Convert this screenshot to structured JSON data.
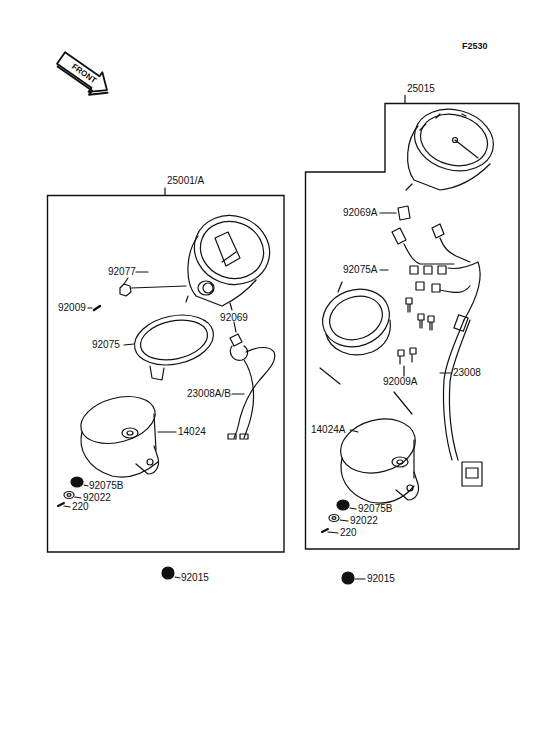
{
  "diagram": {
    "nodes": [
      {
        "text": [
          "25001/A"
        ]
      },
      {
        "text": [
          "25015"
        ]
      }
    ],
    "labels": [
      "F2530",
      "FRONT",
      "92077",
      "92009",
      "92075",
      "92069",
      "23008A/B",
      "14024",
      "92075B",
      "92022",
      "220",
      "92069A",
      "92075A",
      "92009A",
      "23008",
      "14024A",
      "92075B",
      "92022",
      "220",
      "92015",
      "92015"
    ]
  }
}
